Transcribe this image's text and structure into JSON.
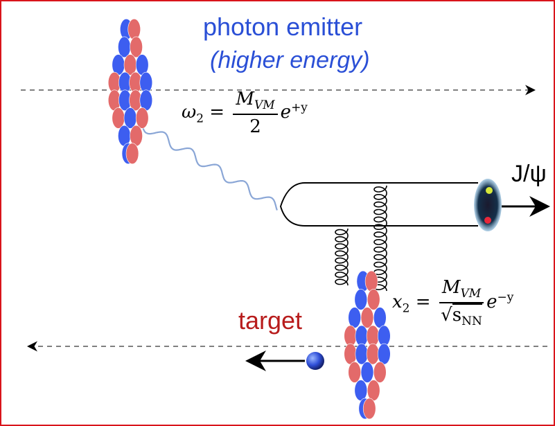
{
  "colors": {
    "frame": "#d9141b",
    "emitter_text": "#2a4fd6",
    "target_text": "#b81c1c",
    "photon_wave": "#8aa6d6",
    "nucleon_blue": "#3d5ef0",
    "nucleon_red": "#e36a6a"
  },
  "labels": {
    "emitter_title": "photon emitter",
    "emitter_subtitle": "(higher energy)",
    "target": "target",
    "jpsi": "J/ψ"
  },
  "equations": {
    "omega": {
      "lhs_symbol": "ω",
      "lhs_sub": "2",
      "op": "=",
      "numerator": "M",
      "numerator_sub": "VM",
      "denominator": "2",
      "exp_base": "e",
      "exp_power": "+y"
    },
    "x": {
      "lhs_symbol": "x",
      "lhs_sub": "2",
      "op": "=",
      "numerator": "M",
      "numerator_sub": "VM",
      "sqrt_symbol": "√",
      "den_var": "s",
      "den_sub": "NN",
      "exp_base": "e",
      "exp_power": "−y"
    }
  },
  "icons": {
    "upper_nucleus": "nucleus-icon",
    "lower_nucleus": "nucleus-icon",
    "blue_particle": "sphere-icon",
    "jpsi_particle": "meson-icon"
  }
}
